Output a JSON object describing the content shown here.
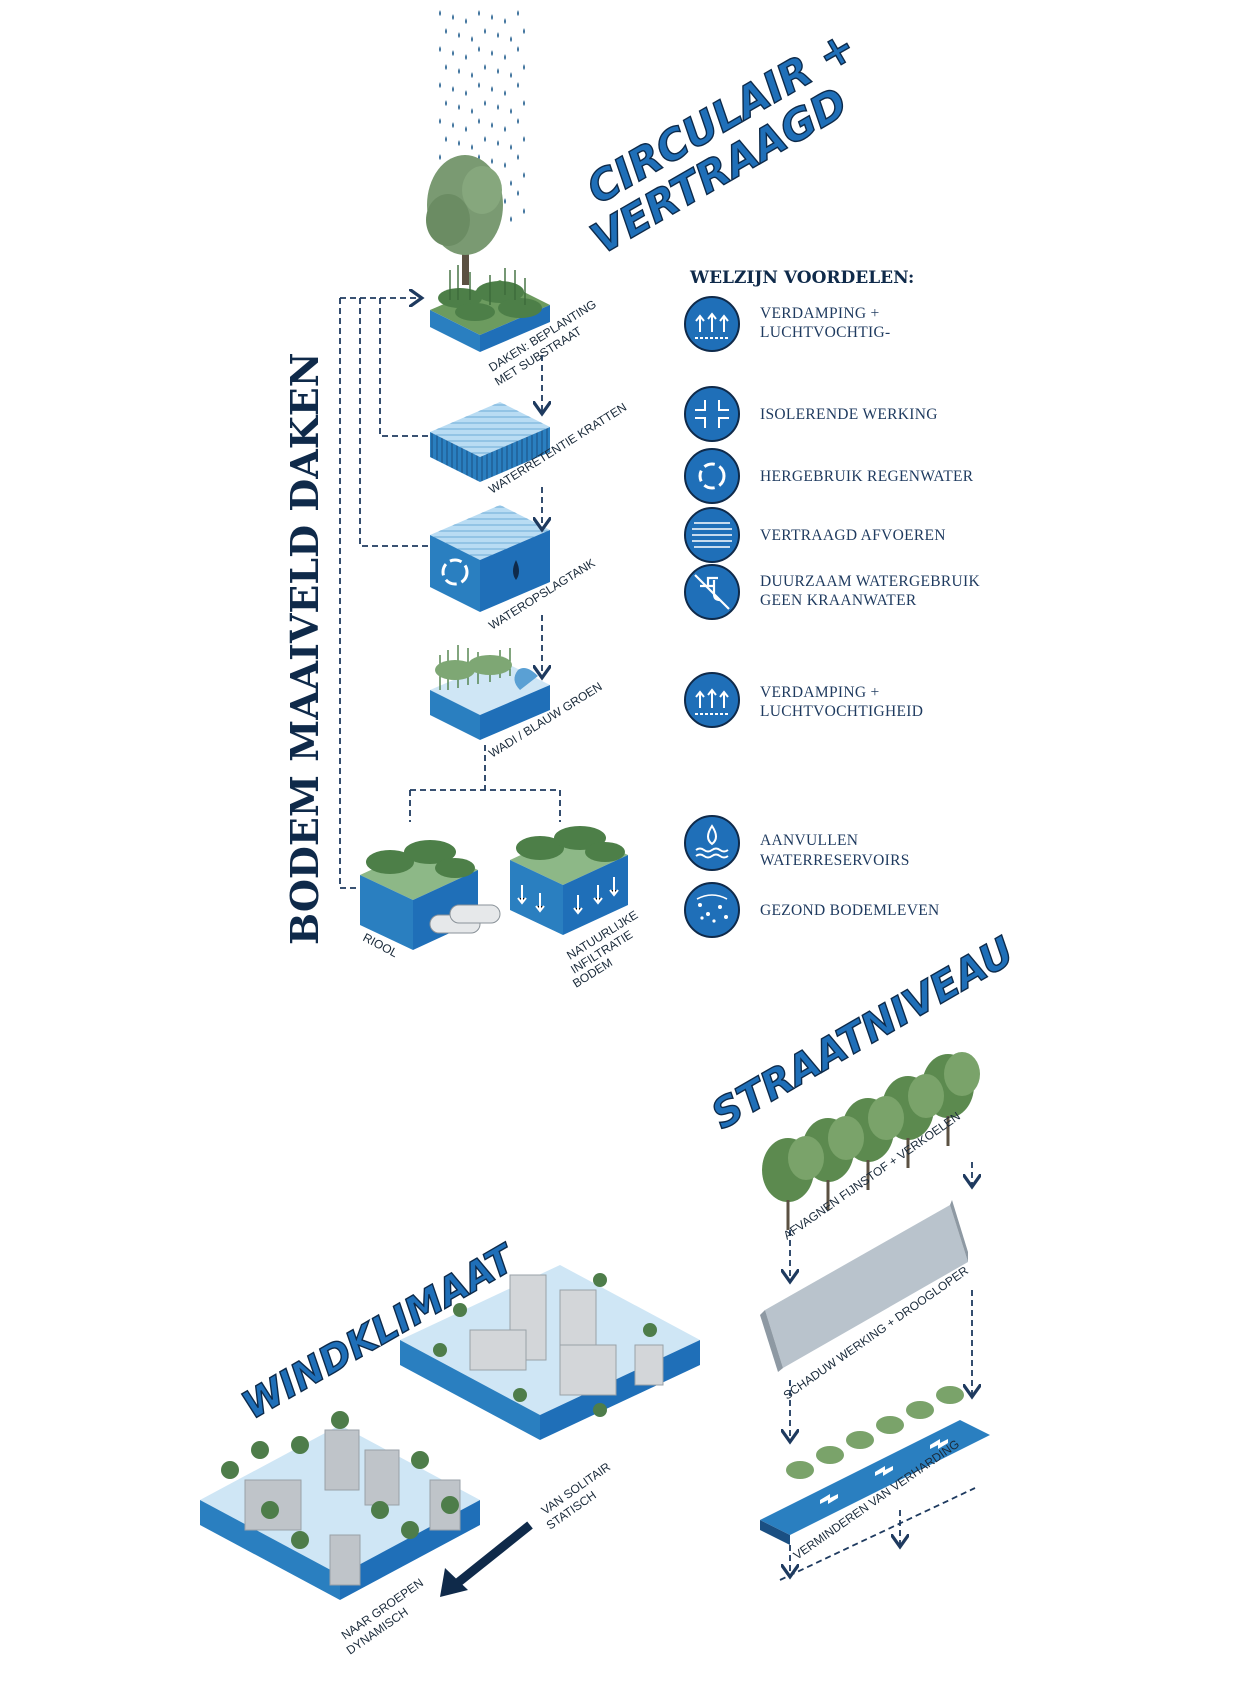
{
  "titles": {
    "circulair_line1": "CIRCULAIR +",
    "circulair_line2": "VERTRAAGD",
    "vertical": "BODEM  MAAIVELD  DAKEN",
    "straatniveau": "STRAATNIVEAU",
    "windklimaat": "WINDKLIMAAT"
  },
  "welzijn_heading": "WELZIJN VOORDELEN:",
  "layers": [
    {
      "name": "roof",
      "label_1": "DAKEN: BEPLANTING",
      "label_2": "MET SUBSTRAAT"
    },
    {
      "name": "crates",
      "label_1": "WATERRETENTIE KRATTEN",
      "label_2": ""
    },
    {
      "name": "tank",
      "label_1": "WATEROPSLAGTANK",
      "label_2": ""
    },
    {
      "name": "wadi",
      "label_1": "WADI / BLAUW GROEN",
      "label_2": ""
    },
    {
      "name": "riool",
      "label_1": "RIOOL",
      "label_2": ""
    },
    {
      "name": "infiltratie",
      "label_1": "NATUURLIJKE",
      "label_2": "INFILTRATIE",
      "label_3": "BODEM"
    }
  ],
  "benefits": [
    {
      "icon": "evaporation-icon",
      "line1": "VERDAMPING +",
      "line2": "LUCHTVOCHTIG-"
    },
    {
      "icon": "insulation-icon",
      "line1": "ISOLERENDE WERKING",
      "line2": ""
    },
    {
      "icon": "recycle-icon",
      "line1": "HERGEBRUIK REGENWATER",
      "line2": ""
    },
    {
      "icon": "lines-icon",
      "line1": "VERTRAAGD AFVOEREN",
      "line2": ""
    },
    {
      "icon": "no-tap-icon",
      "line1": "DUURZAAM WATERGEBRUIK",
      "line2": "GEEN KRAANWATER"
    },
    {
      "icon": "evaporation-icon",
      "line1": "VERDAMPING +",
      "line2": "LUCHTVOCHTIGHEID"
    },
    {
      "icon": "water-drop-icon",
      "line1": "AANVULLEN",
      "line2": "WATERRESERVOIRS"
    },
    {
      "icon": "soil-life-icon",
      "line1": "GEZOND BODEMLEVEN",
      "line2": ""
    }
  ],
  "street": {
    "label_trees": "AFVAGNEN FIJNSTOF + VERKOELEN",
    "label_canopy": "SCHADUW WERKING + DROOGLOPER",
    "label_pavement": "VERMINDEREN VAN VERHARDING"
  },
  "wind": {
    "label_solitair_1": "VAN SOLITAIR",
    "label_solitair_2": "STATISCH",
    "label_groepen_1": "NAAR GROEPEN",
    "label_groepen_2": "DYNAMISCH"
  },
  "colors": {
    "dark_navy": "#0f2a4a",
    "blue": "#1f6fb8",
    "water_blue": "#2a7fc0",
    "light_blue": "#a8d4ef",
    "green": "#4e7d4a",
    "grey": "#c9cdd2"
  }
}
